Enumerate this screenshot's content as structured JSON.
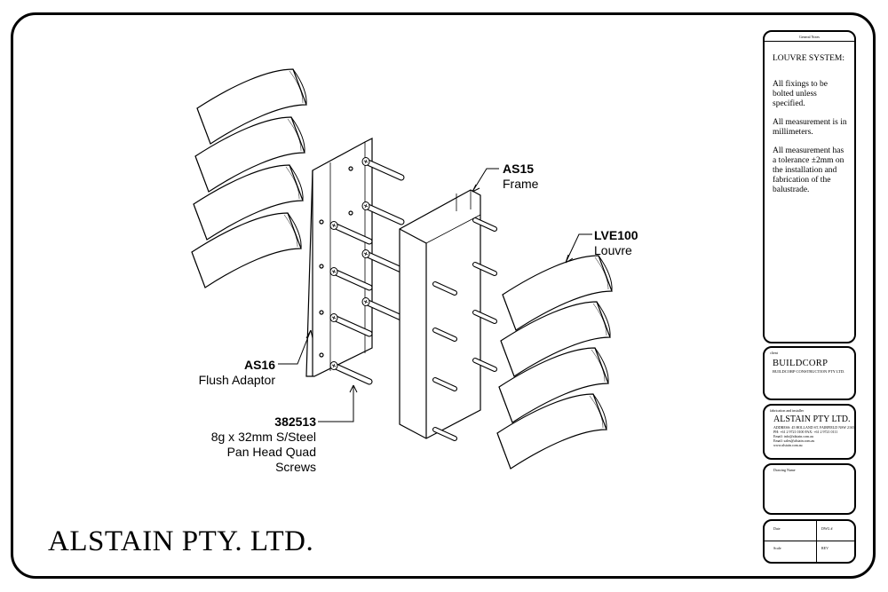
{
  "callouts": {
    "as15": {
      "code": "AS15",
      "label": "Frame"
    },
    "lve100": {
      "code": "LVE100",
      "label": "Louvre"
    },
    "as16": {
      "code": "AS16",
      "label": "Flush Adaptor"
    },
    "screws": {
      "code": "382513",
      "line1": "8g x 32mm S/Steel",
      "line2": "Pan Head Quad Screws"
    }
  },
  "brand": "ALSTAIN PTY. LTD.",
  "title_block": {
    "notes_header": "General Notes",
    "system_title": "LOUVRE SYSTEM:",
    "notes": [
      "All fixings to be bolted unless specified.",
      "All measurement is in millimeters.",
      "All measurement has a tolerance ±2mm on the installation and fabrication of the balustrade."
    ],
    "client_label": "client",
    "client_name": "BUILDCORP",
    "client_sub": "BUILDCORP CONSTRUCTION PTY LTD.",
    "company_label": "fabrication and installer",
    "company_name": "ALSTAIN PTY LTD.",
    "company_lines": [
      "ADDRESS: 45 HOLLAND ST, FAIRFIELD NSW 2165",
      "PH: +61 2 9721 0100 FAX: +61 2 9721 0111",
      "Email: info@alstain.com.au",
      "Email: sales@alstain.com.au",
      "www.alstain.com.au"
    ],
    "drawing_name_label": "Drawing Name",
    "date_label": "Date",
    "dwg_label": "DWG #",
    "scale_label": "Scale",
    "rev_label": "REV"
  }
}
